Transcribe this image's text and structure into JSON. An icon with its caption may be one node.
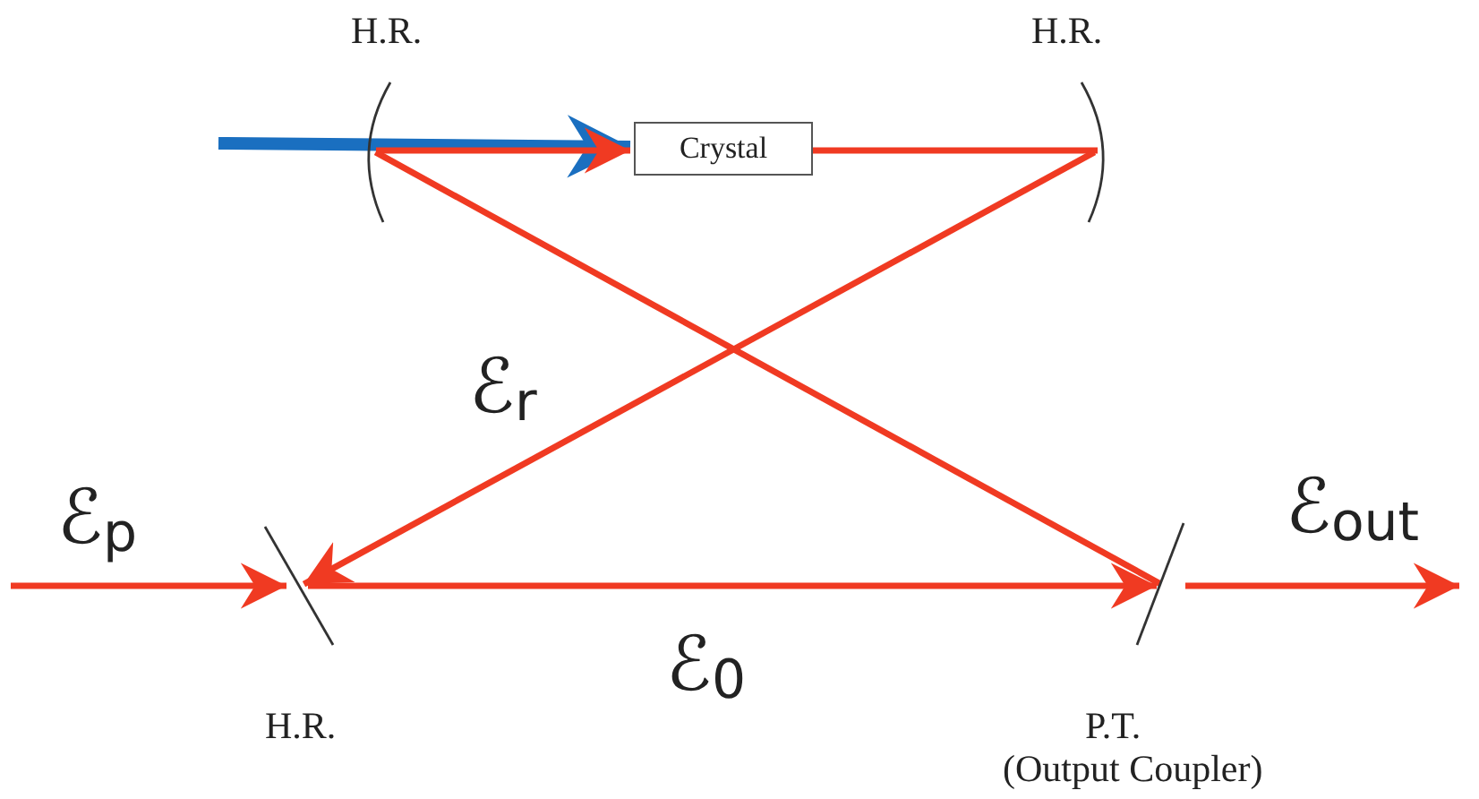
{
  "diagram": {
    "nodes": [
      {
        "text": [
          "H.R."
        ]
      },
      {
        "text": [
          "H.R."
        ]
      },
      {
        "text": [
          "Crystal"
        ]
      },
      {
        "text": [
          "H.R."
        ]
      },
      {
        "text": [
          "P.T.",
          "(Output Coupler)"
        ]
      }
    ],
    "edges": [
      {
        "from": null,
        "to": 2,
        "arrow": "to",
        "style": "thick",
        "color": "#1a6fc0"
      },
      {
        "from": 0,
        "to": 2,
        "arrow": "to"
      },
      {
        "from": 2,
        "to": 1,
        "arrow": "none"
      },
      {
        "from": 1,
        "to": 3,
        "arrow": "to",
        "label": "ℰ$_{r}$"
      },
      {
        "from": 0,
        "to": 4,
        "arrow": "none"
      },
      {
        "from": null,
        "to": 3,
        "arrow": "to",
        "label": "ℰ$_{p}$"
      },
      {
        "from": 3,
        "to": 4,
        "arrow": "to",
        "label": "ℰ$_{0}$"
      },
      {
        "from": 4,
        "to": null,
        "arrow": "to",
        "label": "ℰ$_{out}$"
      }
    ]
  }
}
